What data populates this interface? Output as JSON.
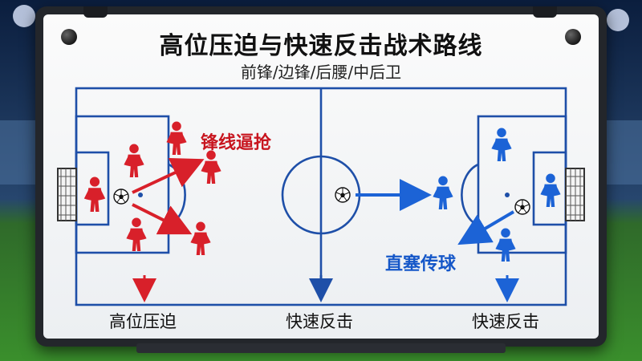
{
  "title": "高位压迫与快速反击战术路线",
  "subtitle": "前锋/边锋/后腰/中后卫",
  "annotations": {
    "press_label": "锋线逼抢",
    "pass_label": "直塞传球"
  },
  "bottom_labels": [
    "高位压迫",
    "快速反击",
    "快速反击"
  ],
  "colors": {
    "line": "#1e4fa8",
    "red_team": "#d8202a",
    "blue_team": "#1c63d6",
    "press_text": "#c8151f",
    "pass_text": "#1557c8"
  }
}
